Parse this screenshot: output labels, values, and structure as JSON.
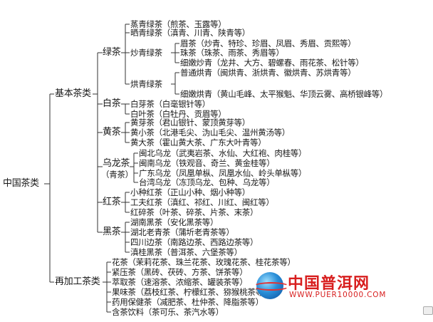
{
  "root": "中国茶类",
  "basic": "基本茶类",
  "reprocessed": "再加工茶类",
  "green": "绿茶",
  "green_steamed": "蒸青绿茶（煎茶、玉露等）",
  "green_sun": "晒青绿茶（滇青、川青、陕青等）",
  "green_fried": "炒青绿茶",
  "green_fried_long": "眉茶（炒青、特珍、珍眉、凤眉、秀眉、贡熙等）",
  "green_fried_round": "珠茶（珠茶、雨茶、秀眉等）",
  "green_fried_fine": "细嫩炒青（龙井、大方、碧螺春、雨花茶、松针等）",
  "green_baked": "烘青绿茶",
  "green_baked_common": "普通烘青（闽烘青、浙烘青、徽烘青、苏烘青等）",
  "green_baked_fine": "细嫩烘青（黄山毛峰、太平猴魁、华顶云雾、高桥银峰等）",
  "white": "白茶",
  "white_bud": "白芽茶（白毫银针等）",
  "white_leaf": "白叶茶（白牡丹、贡眉等）",
  "yellow": "黄茶",
  "yellow_bud": "黄芽茶（君山银针、蒙顶黄芽等）",
  "yellow_small": "黄小茶（北港毛尖、沩山毛尖、温州黄汤等）",
  "yellow_big": "黄大茶（霍山黄大茶、广东大叶青等）",
  "oolong": "乌龙茶",
  "oolong_alt": "（青茶）",
  "oolong_nfj": "闽北乌龙（武夷岩茶、水仙、大红袍、肉桂等）",
  "oolong_sfj": "闽南乌龙（铁观音、奇兰、黄金桂等）",
  "oolong_gd": "广东乌龙（凤凰单枞、凤凰水仙、岭头单枞等）",
  "oolong_tw": "台湾乌龙（冻顶乌龙、包种、乌龙等）",
  "red": "红茶",
  "red_souchong": "小种红茶（正山小种、烟小种等）",
  "red_gongfu": "工夫红茶（滇红、祁红、川红、闽红等）",
  "red_broken": "红碎茶（叶茶、碎茶、片茶、末茶）",
  "dark": "黑茶",
  "dark_hunan": "湖南黑茶（安化黑茶等）",
  "dark_hubei": "湖北老青茶（蒲圻老青茶等）",
  "dark_sichuan": "四川边茶（南路边茶、西路边茶等）",
  "dark_yunnan": "滇桂黑茶（普洱茶、六堡茶等）",
  "re_flower": "花茶（茉莉花茶、珠兰花茶、玫瑰花茶、桂花茶等）",
  "re_pressed": "紧压茶（黑砖、茯砖、方茶、饼茶等）",
  "re_extract": "萃取茶（速溶茶、浓缩茶、罐装茶等）",
  "re_fruit": "果味茶（荔枝红茶、柠檬红茶、猕猴桃茶等）",
  "re_health": "药用保健茶（减肥茶、杜仲茶、降脂茶等）",
  "re_drink": "含茶饮料（茶可乐、茶汽水等）",
  "logo_name": "中国普洱网",
  "logo_url": "WWW.PUER10000.COM",
  "logo_color": "#d81e1e",
  "line_color": "#333333"
}
